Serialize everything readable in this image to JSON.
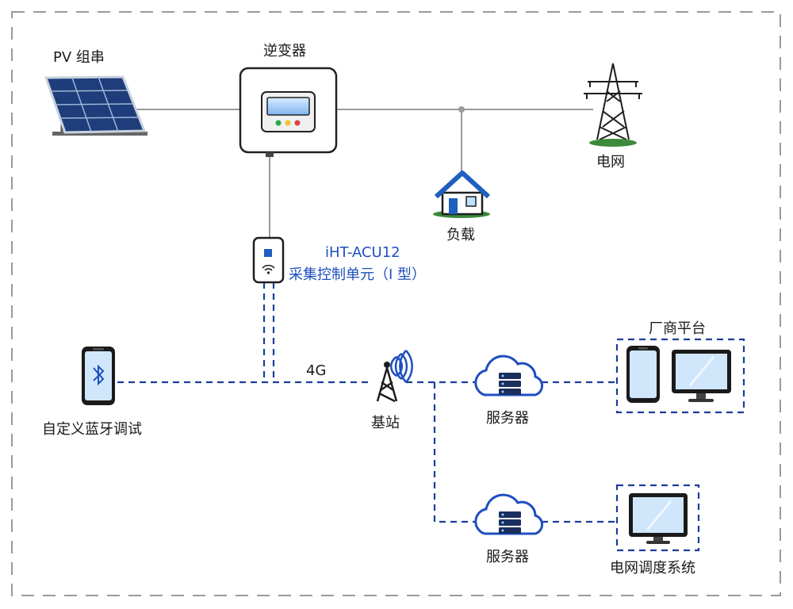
{
  "labels": {
    "pv": "PV 组串",
    "inverter": "逆变器",
    "grid": "电网",
    "load": "负载",
    "acu_model": "iHT-ACU12",
    "acu_name": "采集控制单元（I 型）",
    "bluetooth": "自定义蓝牙调试",
    "link_4g": "4G",
    "base_station": "基站",
    "server_1": "服务器",
    "server_2": "服务器",
    "vendor_platform": "厂商平台",
    "dispatch_system": "电网调度系统"
  },
  "colors": {
    "line_gray": "#9a9a9a",
    "dashed_blue": "#1a3e9a",
    "accent_blue": "#1f4fbf",
    "frame": "#9a9a9a"
  }
}
